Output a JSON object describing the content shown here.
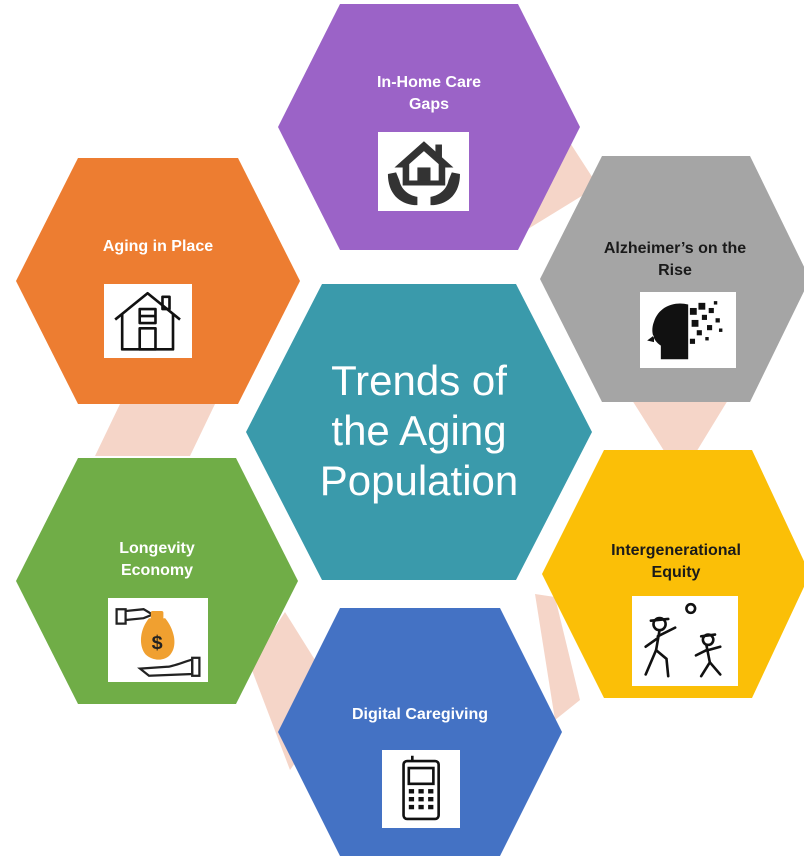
{
  "diagram": {
    "center": {
      "line1": "Trends of",
      "line2": "the Aging",
      "line3": "Population",
      "color": "#3a9aab"
    },
    "connector_color": "#f5d5c8",
    "hexagons": [
      {
        "id": "in-home-care-gaps",
        "line1": "In-Home Care",
        "line2": "Gaps",
        "color": "#9b63c7",
        "icon": "house-in-hands-icon"
      },
      {
        "id": "alzheimers-on-the-rise",
        "line1": "Alzheimer’s on the",
        "line2": "Rise",
        "color": "#a5a5a5",
        "icon": "head-pixel-dissolve-icon"
      },
      {
        "id": "intergenerational-equity",
        "line1": "Intergenerational",
        "line2": "Equity",
        "color": "#fbbf07",
        "icon": "adult-child-playing-ball-icon"
      },
      {
        "id": "digital-caregiving",
        "line1": "Digital Caregiving",
        "line2": "",
        "color": "#4472c4",
        "icon": "mobile-phone-icon"
      },
      {
        "id": "longevity-economy",
        "line1": "Longevity",
        "line2": "Economy",
        "color": "#70ad47",
        "icon": "money-bag-hands-icon"
      },
      {
        "id": "aging-in-place",
        "line1": "Aging in Place",
        "line2": "",
        "color": "#ed7d31",
        "icon": "house-icon"
      }
    ]
  }
}
